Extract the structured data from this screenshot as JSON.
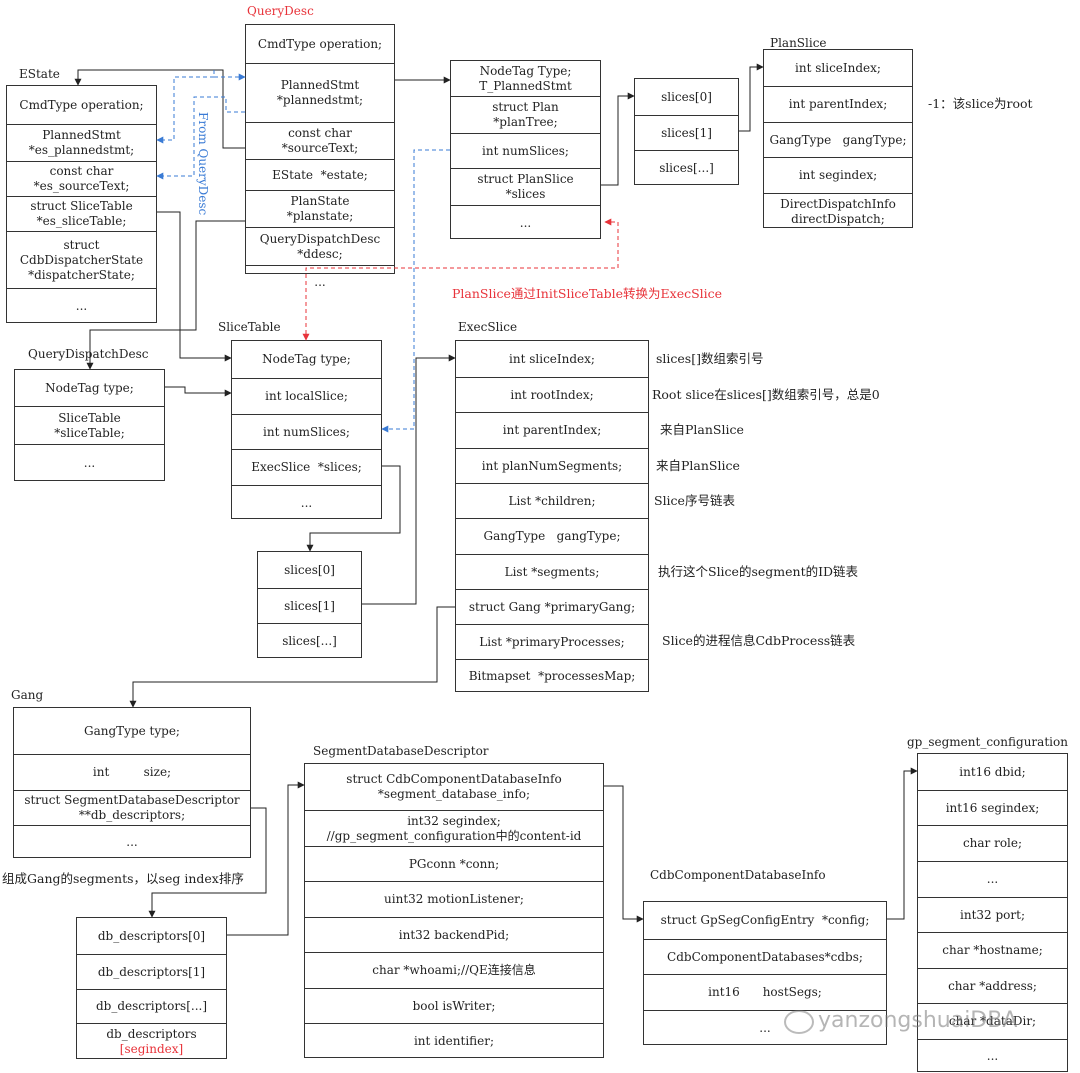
{
  "titles": {
    "querydesc": "QueryDesc",
    "estate": "EState",
    "planslice": "PlanSlice",
    "querydispatchdesc": "QueryDispatchDesc",
    "slicetable": "SliceTable",
    "execslice": "ExecSlice",
    "gang": "Gang",
    "segdbdesc": "SegmentDatabaseDescriptor",
    "gpsegconf": "gp_segment_configuration",
    "cdbcompdbinfo": "CdbComponentDatabaseInfo"
  },
  "querydesc": [
    "CmdType operation;",
    "PlannedStmt\n*plannedstmt;",
    "const char\n*sourceText;",
    "EState  *estate;",
    "PlanState\n*planstate;",
    "QueryDispatchDesc\n*ddesc;",
    "..."
  ],
  "estate": [
    "CmdType operation;",
    "PlannedStmt\n*es_plannedstmt;",
    "const char\n*es_sourceText;",
    "struct SliceTable\n*es_sliceTable;",
    "struct\nCdbDispatcherState\n*dispatcherState;",
    "..."
  ],
  "plannedstmt": [
    "NodeTag Type;\nT_PlannedStmt",
    "struct Plan\n*planTree;",
    "int numSlices;",
    "struct PlanSlice\n*slices",
    "..."
  ],
  "slicesarr1": [
    "slices[0]",
    "slices[1]",
    "slices[...]"
  ],
  "planslice": [
    "int sliceIndex;",
    "int parentIndex;",
    "GangType   gangType;",
    "int segindex;",
    "DirectDispatchInfo\ndirectDispatch;"
  ],
  "querydispatchdesc": [
    "NodeTag type;",
    "SliceTable\n*sliceTable;",
    "..."
  ],
  "slicetable": [
    "NodeTag type;",
    "int localSlice;",
    "int numSlices;",
    "ExecSlice  *slices;",
    "..."
  ],
  "slicesarr2": [
    "slices[0]",
    "slices[1]",
    "slices[...]"
  ],
  "execslice": [
    "int sliceIndex;",
    "int rootIndex;",
    "int parentIndex;",
    "int planNumSegments;",
    "List *children;",
    "GangType   gangType;",
    "List *segments;",
    "struct Gang *primaryGang;",
    "List *primaryProcesses;",
    "Bitmapset  *processesMap;"
  ],
  "gang": [
    "GangType type;",
    "int         size;",
    "struct SegmentDatabaseDescriptor\n**db_descriptors;",
    "..."
  ],
  "dbdesc": [
    "db_descriptors[0]",
    "db_descriptors[1]",
    "db_descriptors[...]"
  ],
  "dbdesc_last": "db_descriptors",
  "dbdesc_last_red": "[segindex]",
  "segdbdesc": [
    "struct CdbComponentDatabaseInfo\n*segment_database_info;",
    "int32 segindex;\n//gp_segment_configuration中的content-id",
    "PGconn *conn;",
    "uint32 motionListener;",
    "int32 backendPid;",
    "char *whoami;//QE连接信息",
    "bool isWriter;",
    "int identifier;"
  ],
  "cdbcompdbinfo": [
    "struct GpSegConfigEntry  *config;",
    "CdbComponentDatabases*cdbs;",
    "int16      hostSegs;",
    "..."
  ],
  "gpsegconf": [
    "int16 dbid;",
    "int16 segindex;",
    "char role;",
    "...",
    "int32 port;",
    "char *hostname;",
    "char *address;",
    "char *dataDir;",
    "..."
  ],
  "notes": {
    "root": "-1：该slice为root",
    "from_querydesc": "From QueryDesc",
    "convert": "PlanSlice通过InitSliceTable转换为ExecSlice",
    "e1": "slices[]数组索引号",
    "e2": "Root slice在slices[]数组索引号，总是0",
    "e3": "来自PlanSlice",
    "e4": "来自PlanSlice",
    "e5": "Slice序号链表",
    "e7": "执行这个Slice的segment的ID链表",
    "e9": "Slice的进程信息CdbProcess链表",
    "gang_note": "组成Gang的segments，以seg index排序"
  },
  "watermark": "yanzongshuaiDBA",
  "colors": {
    "line": "#222222",
    "blue_dash": "#3a7bd5",
    "red_dash": "#e8333a"
  }
}
